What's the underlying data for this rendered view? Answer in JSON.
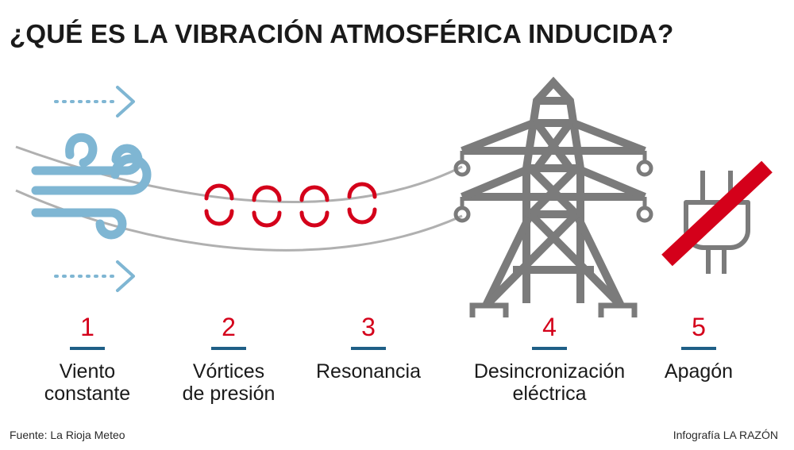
{
  "header": {
    "title": "¿QUÉ ES LA VIBRACIÓN ATMOSFÉRICA INDUCIDA?"
  },
  "colors": {
    "wind": "#7fb6d3",
    "vortex": "#d4001a",
    "tower": "#7b7b7b",
    "wire": "#b0b0b0",
    "step_bar": "#1f5f86",
    "slash": "#d4001a"
  },
  "icons": [
    "wind-icon",
    "vortex-icon",
    "power-tower-icon",
    "plug-icon"
  ],
  "steps": [
    {
      "number": "1",
      "line1": "Viento",
      "line2": "constante"
    },
    {
      "number": "2",
      "line1": "Vórtices",
      "line2": "de presión"
    },
    {
      "number": "3",
      "line1": "Resonancia",
      "line2": ""
    },
    {
      "number": "4",
      "line1": "Desincronización",
      "line2": "eléctrica"
    },
    {
      "number": "5",
      "line1": "Apagón",
      "line2": ""
    }
  ],
  "footer": {
    "source": "Fuente: La Rioja Meteo",
    "credit": "Infografía LA RAZÓN"
  }
}
